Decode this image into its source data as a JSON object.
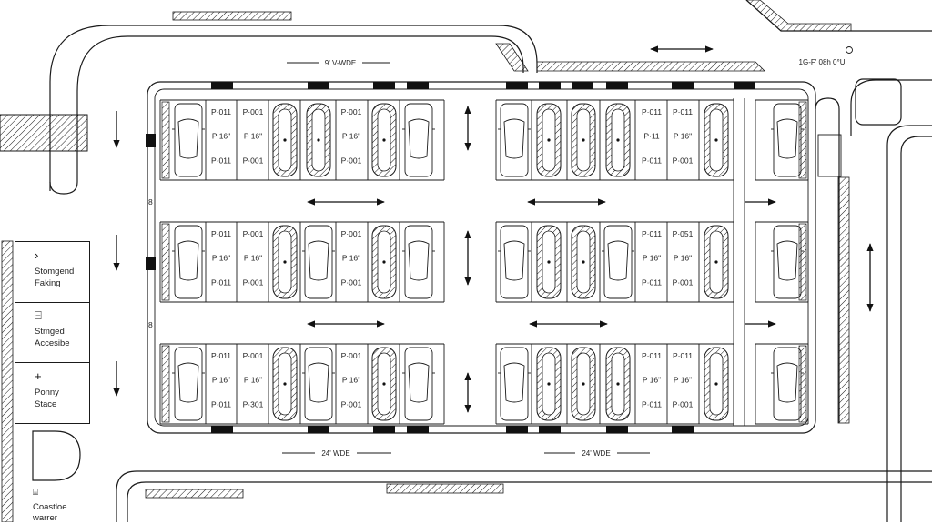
{
  "dimensions": {
    "top": "9' V-WDE",
    "top_right": "1G-F' 08h 0°U",
    "bottom_left": "24' WDE",
    "bottom_right": "24' WDE"
  },
  "aisle_markers": [
    "8",
    "8"
  ],
  "legend": [
    {
      "icon": "chevron-icon",
      "glyph": "›",
      "label": "Stomgend\nFaking"
    },
    {
      "icon": "accessible-icon",
      "glyph": "⌸",
      "label": "Stmged\nAccesibe"
    },
    {
      "icon": "plus-icon",
      "glyph": "+",
      "label": "Ponny\nStace"
    }
  ],
  "bottom_legend": {
    "icon": "charging-icon",
    "glyph": "⌸",
    "label": "Coastloe\nwarrer"
  },
  "rows": [
    {
      "left_labels": [
        [
          "P·011",
          "P 16\"",
          "P·011"
        ],
        [
          "P·001",
          "P 16\"",
          "P·001"
        ],
        [
          "P·001",
          "P 16\"",
          "P·001"
        ]
      ],
      "right_labels": [
        [
          "P·011",
          "P·11",
          "P·011"
        ],
        [
          "P·011",
          "P 16\"",
          "P·001"
        ]
      ]
    },
    {
      "left_labels": [
        [
          "P·011",
          "P 16\"",
          "P·011"
        ],
        [
          "P·001",
          "P 16\"",
          "P·001"
        ],
        [
          "P·001",
          "P 16\"",
          "P·001"
        ]
      ],
      "right_labels": [
        [
          "P·011",
          "P 16\"",
          "P·011"
        ],
        [
          "P·051",
          "P 16\"",
          "P·001"
        ]
      ]
    },
    {
      "left_labels": [
        [
          "P·011",
          "P 16\"",
          "P·011"
        ],
        [
          "P·001",
          "P 16\"",
          "P·301"
        ],
        [
          "P·001",
          "P 16\"",
          "P·001"
        ]
      ],
      "right_labels": [
        [
          "P·011",
          "P 16\"",
          "P·011"
        ],
        [
          "P·011",
          "P 16\"",
          "P·001"
        ]
      ]
    }
  ]
}
